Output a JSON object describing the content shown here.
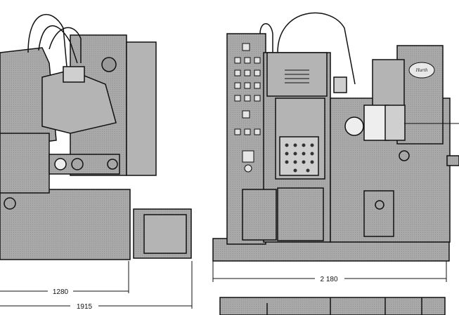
{
  "dimensions": {
    "left_inner": "1280",
    "left_outer": "1915",
    "right_width": "2 180"
  },
  "brand_badge": "Hurth",
  "colors": {
    "body_gray": "#a9a9a9",
    "panel_gray": "#b4b4b4",
    "light_gray": "#cfcfcf",
    "line": "#111111",
    "background": "#ffffff"
  }
}
